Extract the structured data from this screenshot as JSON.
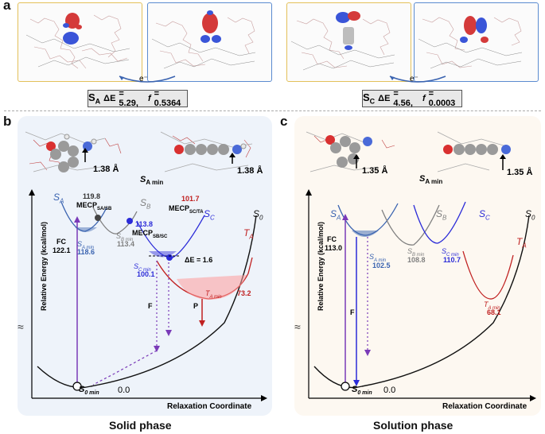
{
  "panel_a": {
    "letter": "a",
    "electron_label": "e⁻",
    "box_left": {
      "state": "S",
      "sub": "A",
      "de_label": "ΔE",
      "de_value": "= 5.29,",
      "f_label": "f",
      "f_value": "= 0.5364"
    },
    "box_right": {
      "state": "S",
      "sub": "C",
      "de_label": "ΔE",
      "de_value": "= 4.56,",
      "f_label": "f",
      "f_value": "= 0.0003"
    }
  },
  "panel_b": {
    "letter": "b",
    "bond_left": "1.38 Å",
    "bond_right": "1.38 Å",
    "struct_label": "S",
    "struct_label_sub": "A min",
    "y_axis": "Relative Energy (kcal/mol)",
    "x_axis": "Relaxation Coordinate",
    "phase": "Solid phase",
    "curve_labels": {
      "SA": "S",
      "SA_sub": "A",
      "SB": "S",
      "SB_sub": "B",
      "SC": "S",
      "SC_sub": "C",
      "TA": "T",
      "TA_sub": "A",
      "S0": "S",
      "S0_sub": "0"
    },
    "points": {
      "fc_label": "FC",
      "fc_value": "122.1",
      "mecp1_value": "119.8",
      "mecp1_label": "MECP",
      "mecp1_sub": "SA/SB",
      "mecp2_value": "113.8",
      "mecp2_label": "MECP",
      "mecp2_sub": "SB/SC",
      "mecp3_value": "101.7",
      "mecp3_label": "MECP",
      "mecp3_sub": "SC/TA",
      "sa_min_label": "S",
      "sa_min_sub": "A min",
      "sa_min_value": "118.6",
      "sb_min_label": "S",
      "sb_min_sub": "B min",
      "sb_min_value": "113.4",
      "sc_min_label": "S",
      "sc_min_sub": "C min",
      "sc_min_value": "100.1",
      "ta_min_label": "T",
      "ta_min_sub": "A min",
      "ta_min_value": "73.2",
      "delta_e": "ΔE = 1.6",
      "f_label": "F",
      "p_label": "P",
      "s0_min_label": "S",
      "s0_min_sub": "0 min",
      "s0_min_value": "0.0",
      "break_mark": "≈"
    }
  },
  "panel_c": {
    "letter": "c",
    "bond_left": "1.35 Å",
    "bond_right": "1.35 Å",
    "struct_label": "S",
    "struct_label_sub": "A min",
    "y_axis": "Relative Energy (kcal/mol)",
    "x_axis": "Relaxation Coordinate",
    "phase": "Solution phase",
    "curve_labels": {
      "SA": "S",
      "SA_sub": "A",
      "SB": "S",
      "SB_sub": "B",
      "SC": "S",
      "SC_sub": "C",
      "TA": "T",
      "TA_sub": "A",
      "S0": "S",
      "S0_sub": "0"
    },
    "points": {
      "fc_label": "FC",
      "fc_value": "113.0",
      "sa_min_label": "S",
      "sa_min_sub": "A min",
      "sa_min_value": "102.5",
      "sb_min_label": "S",
      "sb_min_sub": "B min",
      "sb_min_value": "108.8",
      "sc_min_label": "S",
      "sc_min_sub": "C min",
      "sc_min_value": "110.7",
      "ta_min_label": "T",
      "ta_min_sub": "A min",
      "ta_min_value": "68.1",
      "f_label": "F",
      "s0_min_label": "S",
      "s0_min_sub": "0 min",
      "s0_min_value": "0.0",
      "break_mark": "≈"
    }
  },
  "colors": {
    "sa": "#3a63b0",
    "sb": "#7f7f7f",
    "sc": "#2b2bd8",
    "ta": "#d42020",
    "s0": "#111111",
    "fc_arrow": "#7a3ab8",
    "box_yellow": "#e3c15a",
    "box_blue": "#5b8bd0",
    "panel_b_bg": "#eef3fa",
    "panel_c_bg": "#fdf8f1"
  }
}
